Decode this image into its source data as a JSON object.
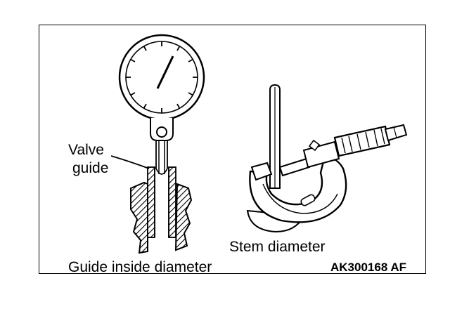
{
  "figure": {
    "labels": {
      "valve_guide_line1": "Valve",
      "valve_guide_line2": "guide",
      "stem_diameter": "Stem diameter",
      "guide_inside_diameter": "Guide inside diameter",
      "figure_code": "AK300168 AF"
    },
    "colors": {
      "ink": "#000000",
      "paper": "#ffffff"
    },
    "illustrations": [
      "dial-bore-gauge",
      "micrometer",
      "valve-stem"
    ]
  }
}
